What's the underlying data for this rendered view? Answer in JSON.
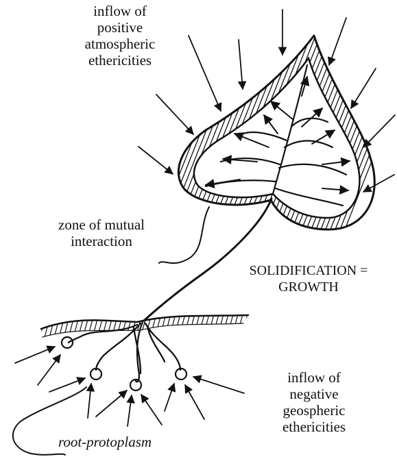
{
  "labels": {
    "atmospheric": "inflow of\npositive\natmospheric\nethericities",
    "zone": "zone of mutual\ninteraction",
    "solidification": "SOLIDIFICATION =\nGROWTH",
    "geospheric": "inflow of\nnegative\ngeospheric\nethericities",
    "root": "root-protoplasm"
  },
  "colors": {
    "ink": "#111111",
    "paper": "#ffffff"
  }
}
